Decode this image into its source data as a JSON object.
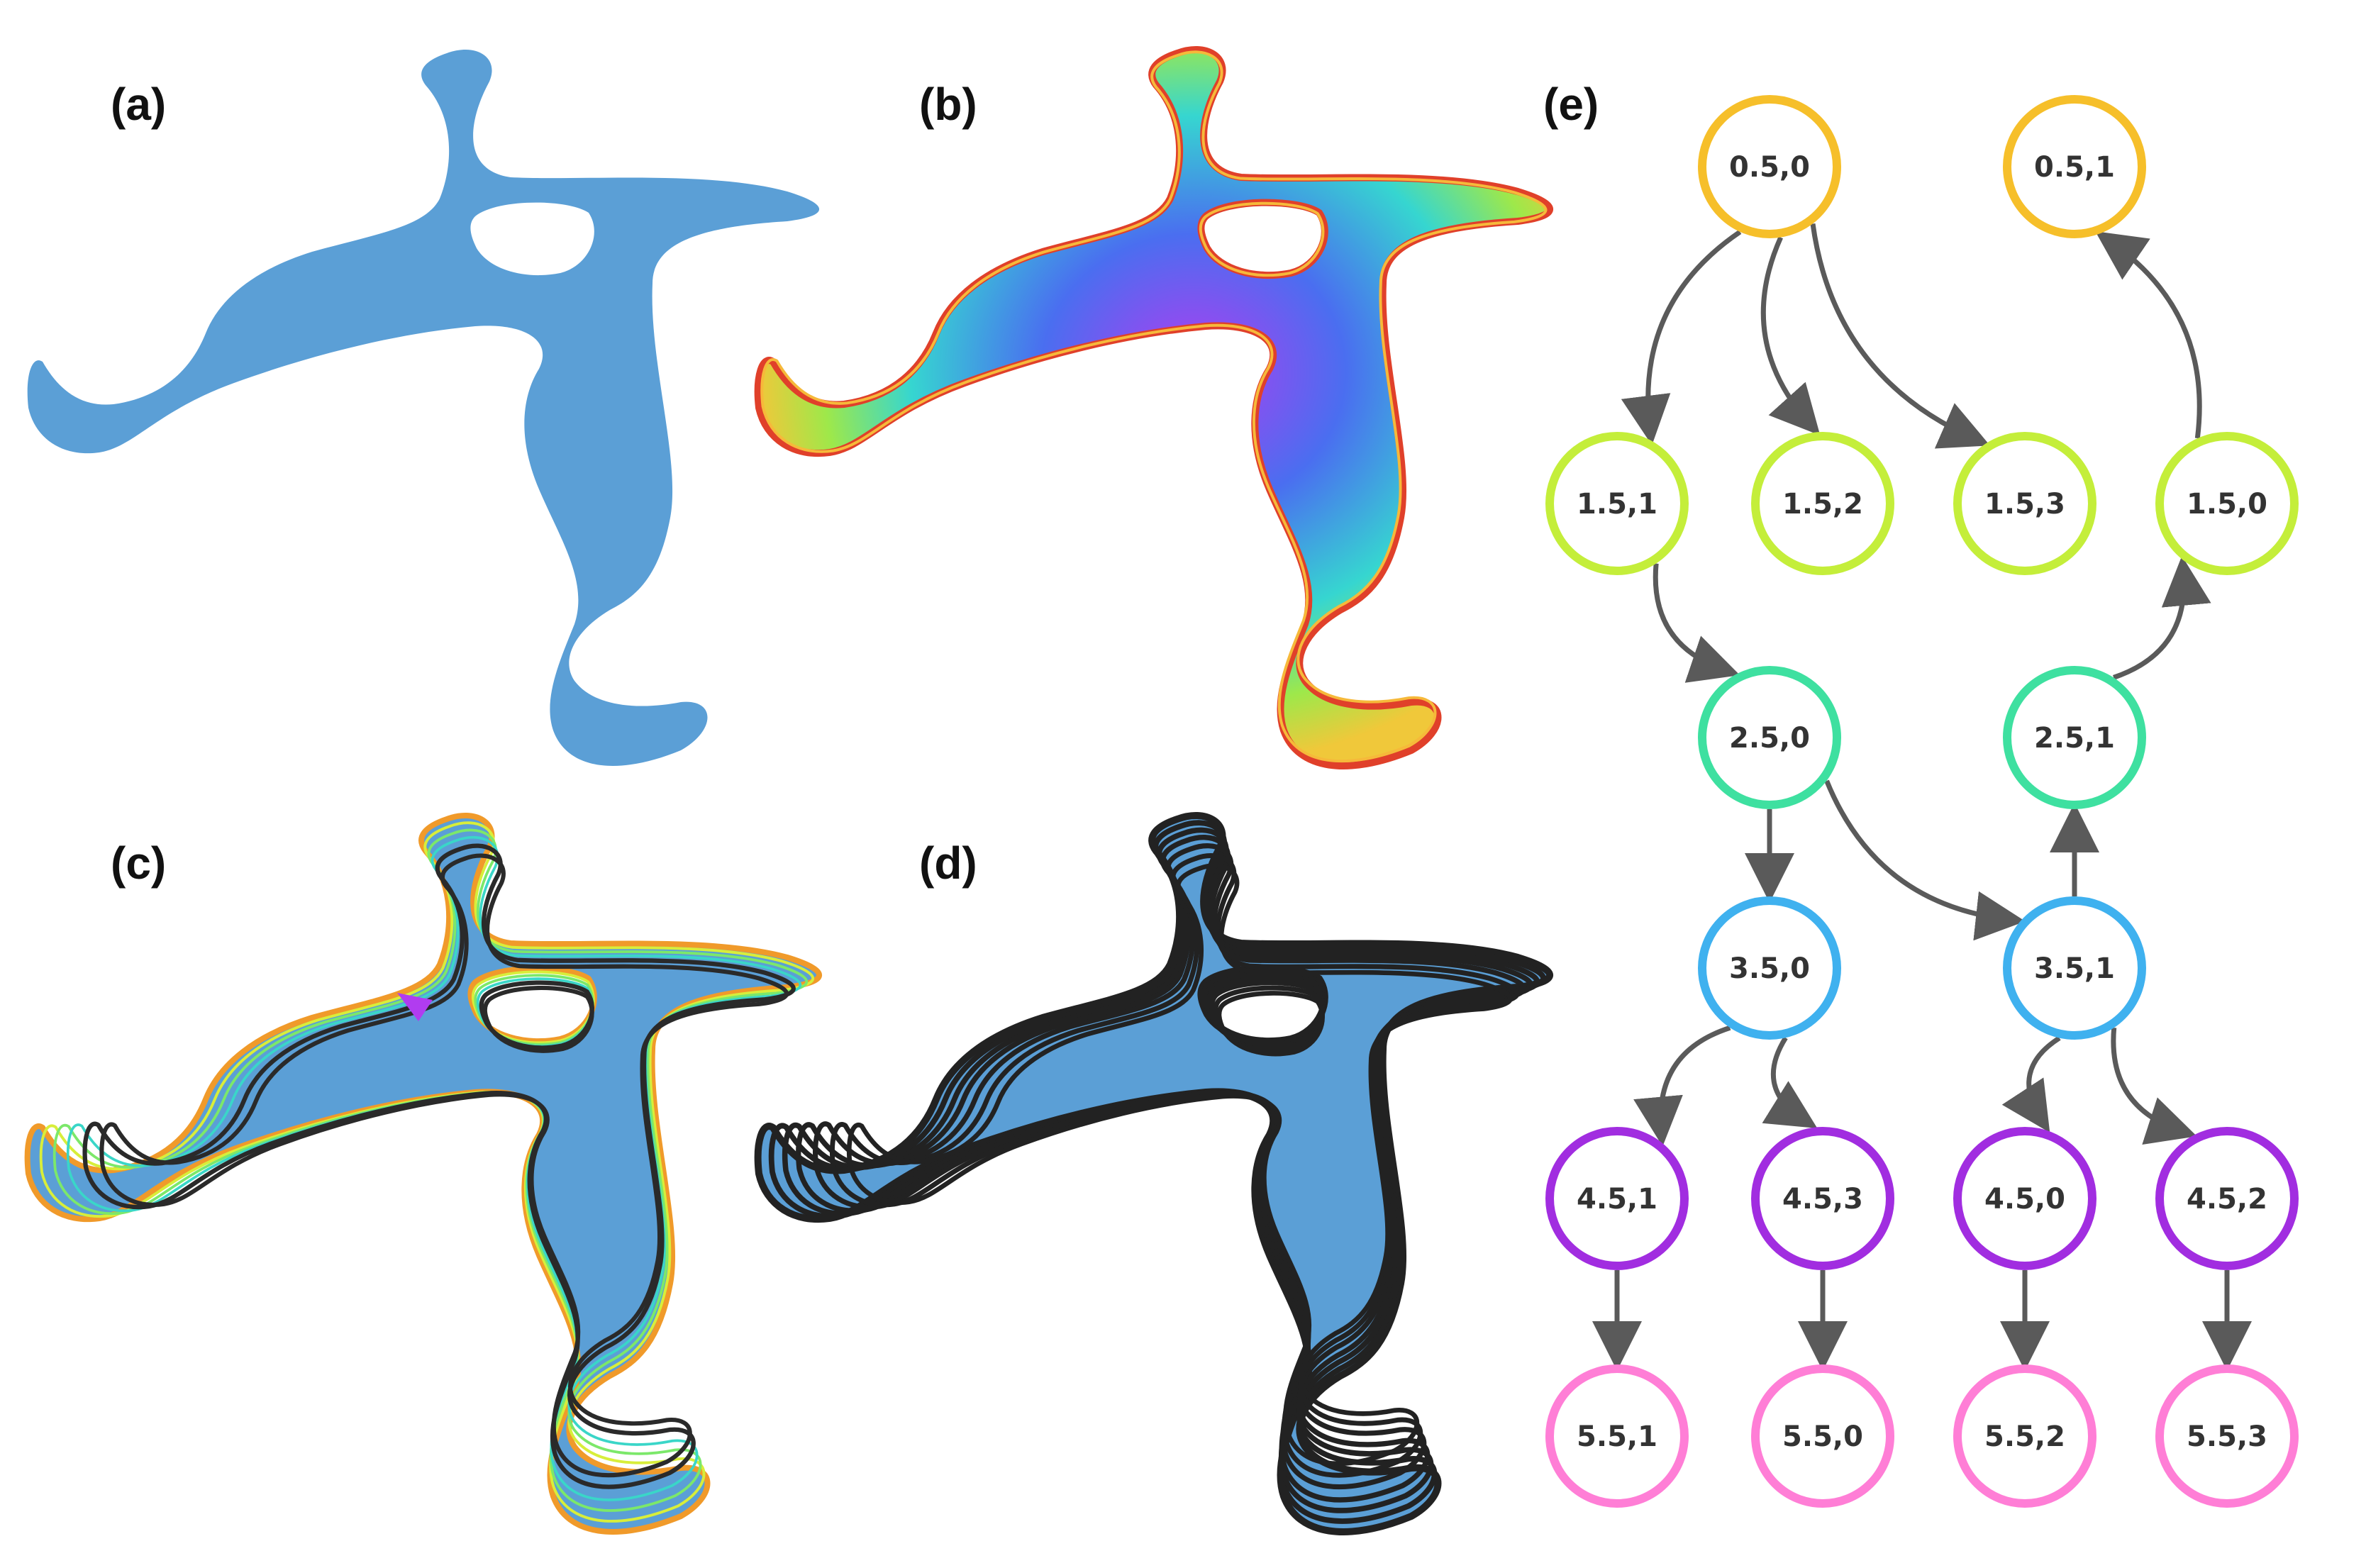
{
  "panels": {
    "a": "(a)",
    "b": "(b)",
    "c": "(c)",
    "d": "(d)",
    "e": "(e)"
  },
  "colors": {
    "shape_fill": "#5b9fd6",
    "arrow": "#5a5a5a",
    "level0": "#f6bf2a",
    "level1": "#c4ee3a",
    "level2": "#3ee0a0",
    "level3": "#3fb1ef",
    "level4": "#a12de0",
    "level5": "#ff7ed6"
  },
  "graph": {
    "nodes": [
      {
        "id": "n05_0",
        "label": "0.5,0",
        "level": 0
      },
      {
        "id": "n05_1",
        "label": "0.5,1",
        "level": 0
      },
      {
        "id": "n15_1",
        "label": "1.5,1",
        "level": 1
      },
      {
        "id": "n15_2",
        "label": "1.5,2",
        "level": 1
      },
      {
        "id": "n15_3",
        "label": "1.5,3",
        "level": 1
      },
      {
        "id": "n15_0",
        "label": "1.5,0",
        "level": 1
      },
      {
        "id": "n25_0",
        "label": "2.5,0",
        "level": 2
      },
      {
        "id": "n25_1",
        "label": "2.5,1",
        "level": 2
      },
      {
        "id": "n35_0",
        "label": "3.5,0",
        "level": 3
      },
      {
        "id": "n35_1",
        "label": "3.5,1",
        "level": 3
      },
      {
        "id": "n45_1",
        "label": "4.5,1",
        "level": 4
      },
      {
        "id": "n45_3",
        "label": "4.5,3",
        "level": 4
      },
      {
        "id": "n45_0",
        "label": "4.5,0",
        "level": 4
      },
      {
        "id": "n45_2",
        "label": "4.5,2",
        "level": 4
      },
      {
        "id": "n55_1",
        "label": "5.5,1",
        "level": 5
      },
      {
        "id": "n55_0",
        "label": "5.5,0",
        "level": 5
      },
      {
        "id": "n55_2",
        "label": "5.5,2",
        "level": 5
      },
      {
        "id": "n55_3",
        "label": "5.5,3",
        "level": 5
      }
    ],
    "edges": [
      {
        "from": "n05_0",
        "to": "n15_1"
      },
      {
        "from": "n05_0",
        "to": "n15_2"
      },
      {
        "from": "n05_0",
        "to": "n15_3"
      },
      {
        "from": "n15_0",
        "to": "n05_1"
      },
      {
        "from": "n15_1",
        "to": "n25_0"
      },
      {
        "from": "n25_1",
        "to": "n15_0"
      },
      {
        "from": "n25_0",
        "to": "n35_0"
      },
      {
        "from": "n25_0",
        "to": "n35_1"
      },
      {
        "from": "n35_1",
        "to": "n25_1"
      },
      {
        "from": "n35_0",
        "to": "n45_1"
      },
      {
        "from": "n35_0",
        "to": "n45_3"
      },
      {
        "from": "n35_1",
        "to": "n45_0"
      },
      {
        "from": "n35_1",
        "to": "n45_2"
      },
      {
        "from": "n45_1",
        "to": "n55_1"
      },
      {
        "from": "n45_3",
        "to": "n55_0"
      },
      {
        "from": "n45_0",
        "to": "n55_2"
      },
      {
        "from": "n45_2",
        "to": "n55_3"
      }
    ]
  }
}
